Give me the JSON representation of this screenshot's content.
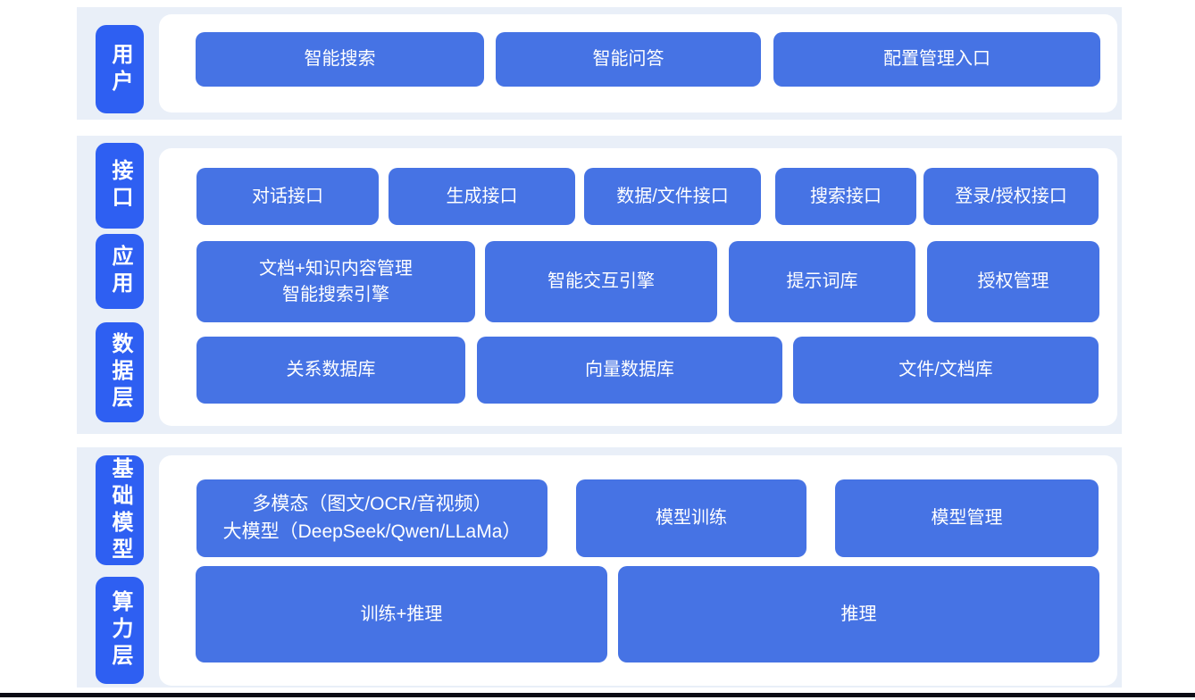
{
  "diagram": {
    "colors": {
      "band_background": "#e9eff8",
      "panel_background": "#ffffff",
      "box_blue": "#4673e4",
      "label_pill_blue": "#2e5ff2",
      "text_white": "#ffffff",
      "bottom_rule": "#0b0b14"
    },
    "bands": [
      {
        "layers": [
          {
            "label": "用户"
          }
        ],
        "rows": [
          {
            "boxes": [
              {
                "lines": [
                  "智能搜索"
                ]
              },
              {
                "lines": [
                  "智能问答"
                ]
              },
              {
                "lines": [
                  "配置管理入口"
                ]
              }
            ]
          }
        ]
      },
      {
        "layers": [
          {
            "label": "接口"
          },
          {
            "label": "应用"
          },
          {
            "label": "数据层"
          }
        ],
        "rows": [
          {
            "boxes": [
              {
                "lines": [
                  "对话接口"
                ]
              },
              {
                "lines": [
                  "生成接口"
                ]
              },
              {
                "lines": [
                  "数据/文件接口"
                ]
              },
              {
                "lines": [
                  "搜索接口"
                ]
              },
              {
                "lines": [
                  "登录/授权接口"
                ]
              }
            ]
          },
          {
            "boxes": [
              {
                "lines": [
                  "文档+知识内容管理",
                  "智能搜索引擎"
                ]
              },
              {
                "lines": [
                  "智能交互引擎"
                ]
              },
              {
                "lines": [
                  "提示词库"
                ]
              },
              {
                "lines": [
                  "授权管理"
                ]
              }
            ]
          },
          {
            "boxes": [
              {
                "lines": [
                  "关系数据库"
                ]
              },
              {
                "lines": [
                  "向量数据库"
                ]
              },
              {
                "lines": [
                  "文件/文档库"
                ]
              }
            ]
          }
        ]
      },
      {
        "layers": [
          {
            "label": "基础模型"
          },
          {
            "label": "算力层"
          }
        ],
        "rows": [
          {
            "boxes": [
              {
                "lines": [
                  "多模态（图文/OCR/音视频）",
                  "大模型（DeepSeek/Qwen/LLaMa）"
                ]
              },
              {
                "lines": [
                  "模型训练"
                ]
              },
              {
                "lines": [
                  "模型管理"
                ]
              }
            ]
          },
          {
            "boxes": [
              {
                "lines": [
                  "训练+推理"
                ]
              },
              {
                "lines": [
                  "推理"
                ]
              }
            ]
          }
        ]
      }
    ]
  }
}
